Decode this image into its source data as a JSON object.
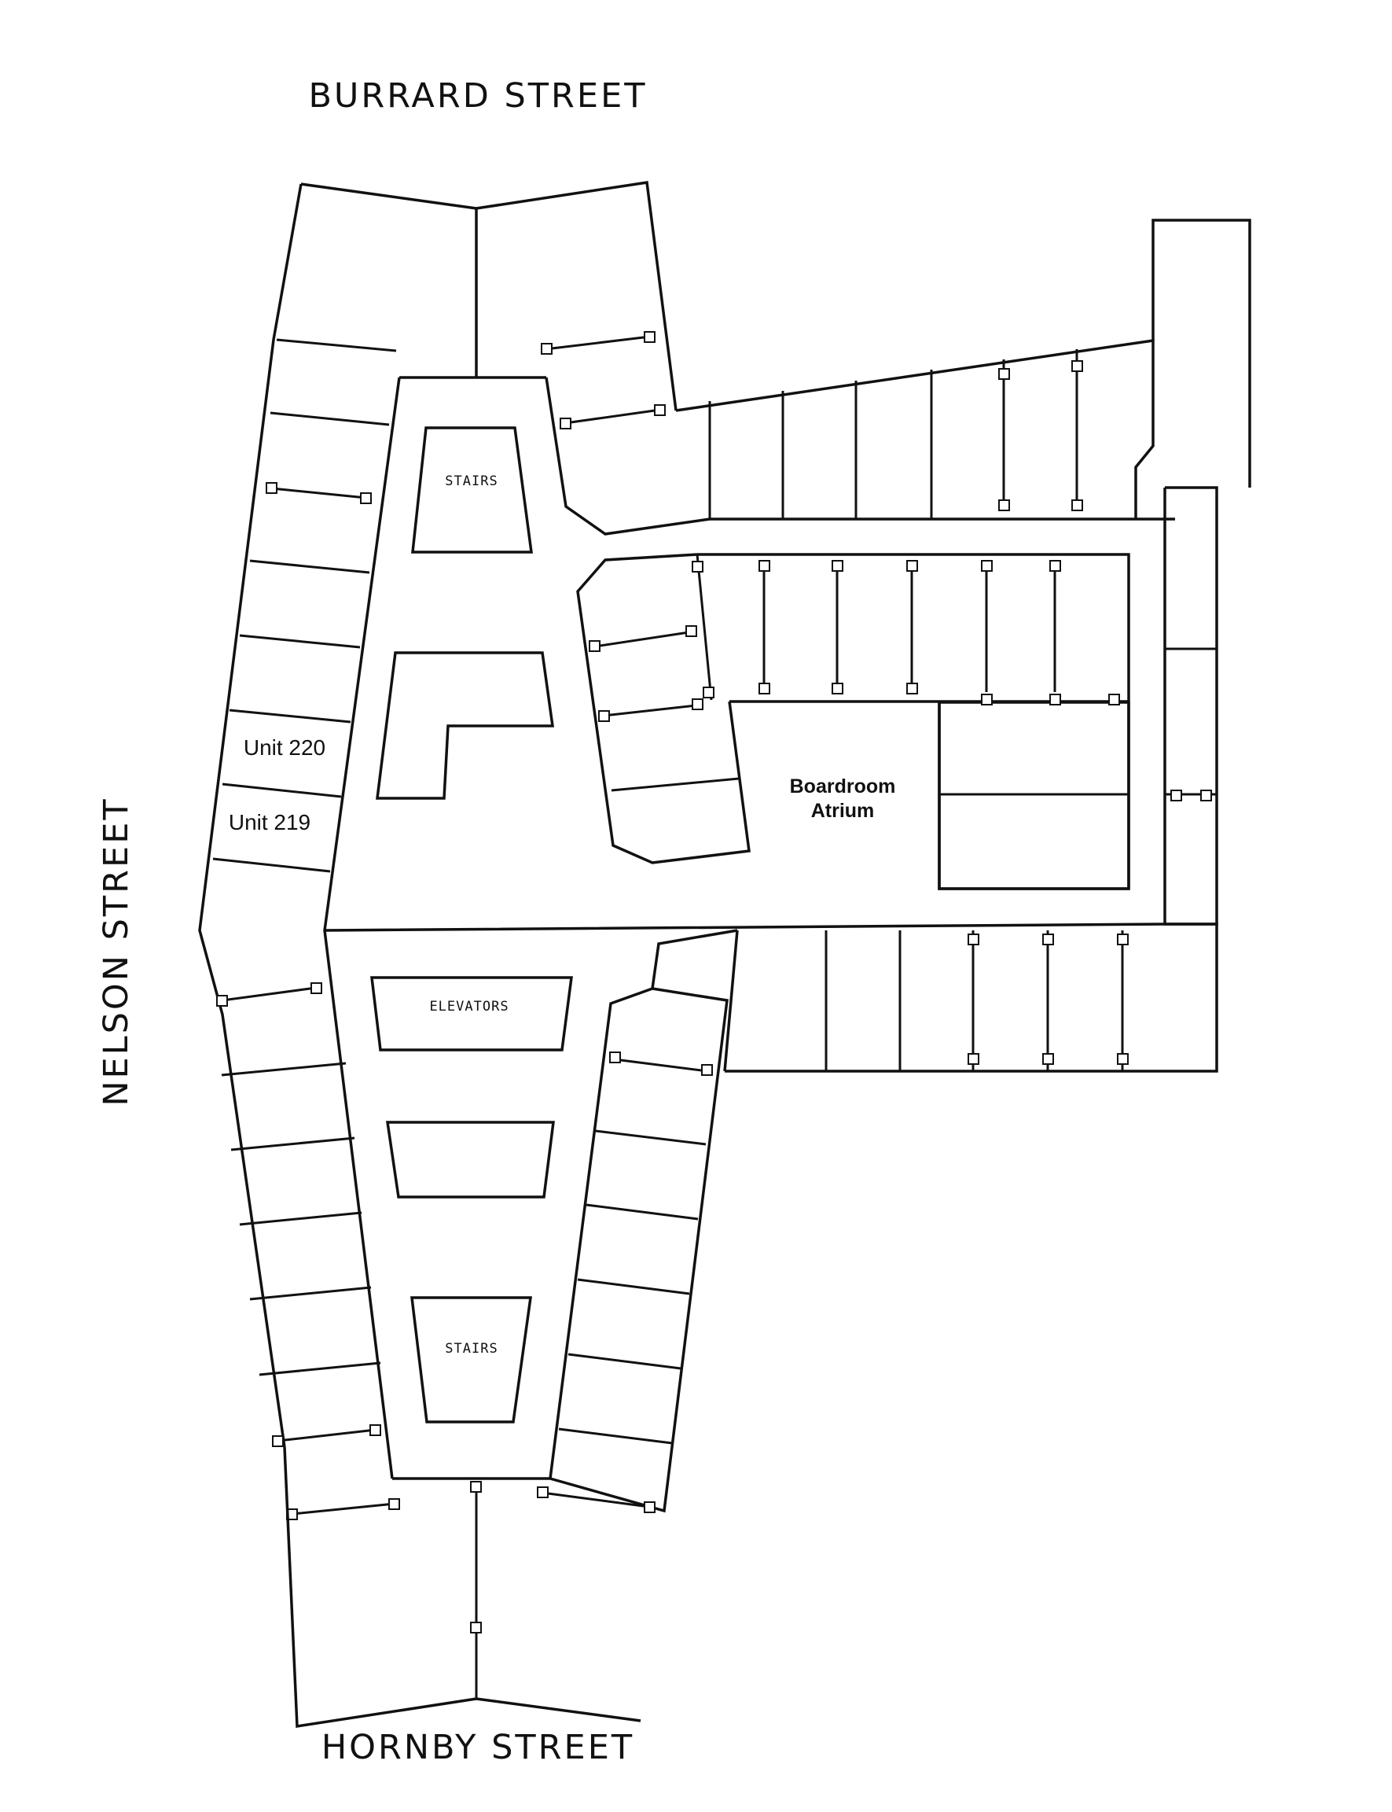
{
  "streets": {
    "north": "BURRARD STREET",
    "south": "HORNBY STREET",
    "west": "NELSON STREET"
  },
  "cores": {
    "stairs_north": "STAIRS",
    "elevators": "ELEVATORS",
    "stairs_south": "STAIRS"
  },
  "units": {
    "unit_220": "Unit 220",
    "unit_219": "Unit 219"
  },
  "boardroom": {
    "line1": "Boardroom",
    "line2": "Atrium"
  }
}
